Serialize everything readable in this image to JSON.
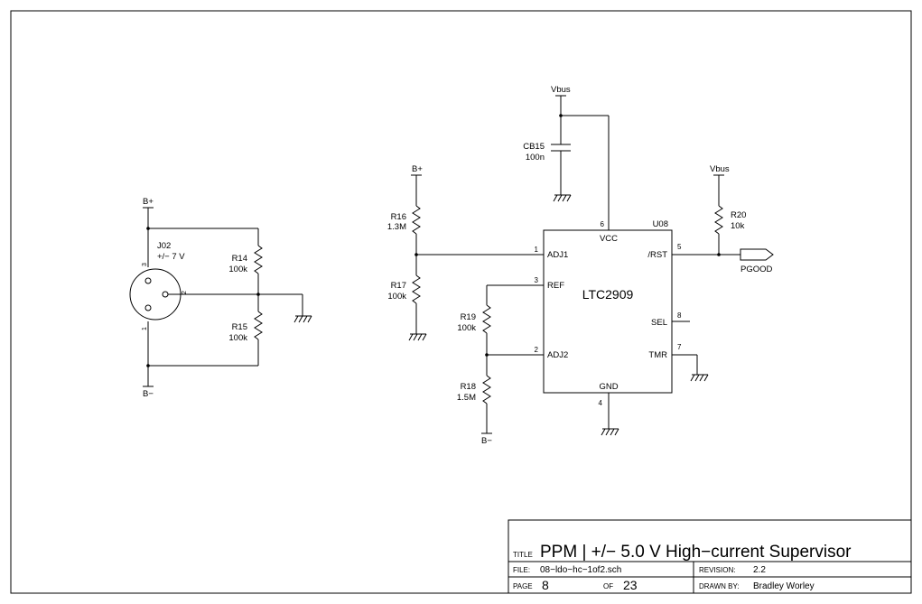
{
  "title_block": {
    "title_label": "TITLE",
    "title": "PPM | +/− 5.0 V High−current Supervisor",
    "file_label": "FILE:",
    "file": "08−ldo−hc−1of2.sch",
    "revision_label": "REVISION:",
    "revision": "2.2",
    "page_label": "PAGE",
    "page": "8",
    "of_label": "OF",
    "of": "23",
    "drawn_by_label": "DRAWN BY:",
    "drawn_by": "Bradley Worley"
  },
  "connector": {
    "ref": "J02",
    "value": "+/− 7 V",
    "pins": [
      "3",
      "2",
      "1"
    ]
  },
  "nets": {
    "b_plus": "B+",
    "b_minus": "B−",
    "vbus": "Vbus",
    "pgood": "PGOOD"
  },
  "components": {
    "r14": {
      "ref": "R14",
      "value": "100k"
    },
    "r15": {
      "ref": "R15",
      "value": "100k"
    },
    "r16": {
      "ref": "R16",
      "value": "1.3M"
    },
    "r17": {
      "ref": "R17",
      "value": "100k"
    },
    "r18": {
      "ref": "R18",
      "value": "1.5M"
    },
    "r19": {
      "ref": "R19",
      "value": "100k"
    },
    "r20": {
      "ref": "R20",
      "value": "10k"
    },
    "cb15": {
      "ref": "CB15",
      "value": "100n"
    }
  },
  "ic": {
    "ref": "U08",
    "part": "LTC2909",
    "pins": {
      "vcc": {
        "name": "VCC",
        "num": "6"
      },
      "adj1": {
        "name": "ADJ1",
        "num": "1"
      },
      "ref": {
        "name": "REF",
        "num": "3"
      },
      "adj2": {
        "name": "ADJ2",
        "num": "2"
      },
      "gnd": {
        "name": "GND",
        "num": "4"
      },
      "rst": {
        "name": "/RST",
        "num": "5"
      },
      "sel": {
        "name": "SEL",
        "num": "8"
      },
      "tmr": {
        "name": "TMR",
        "num": "7"
      }
    }
  }
}
